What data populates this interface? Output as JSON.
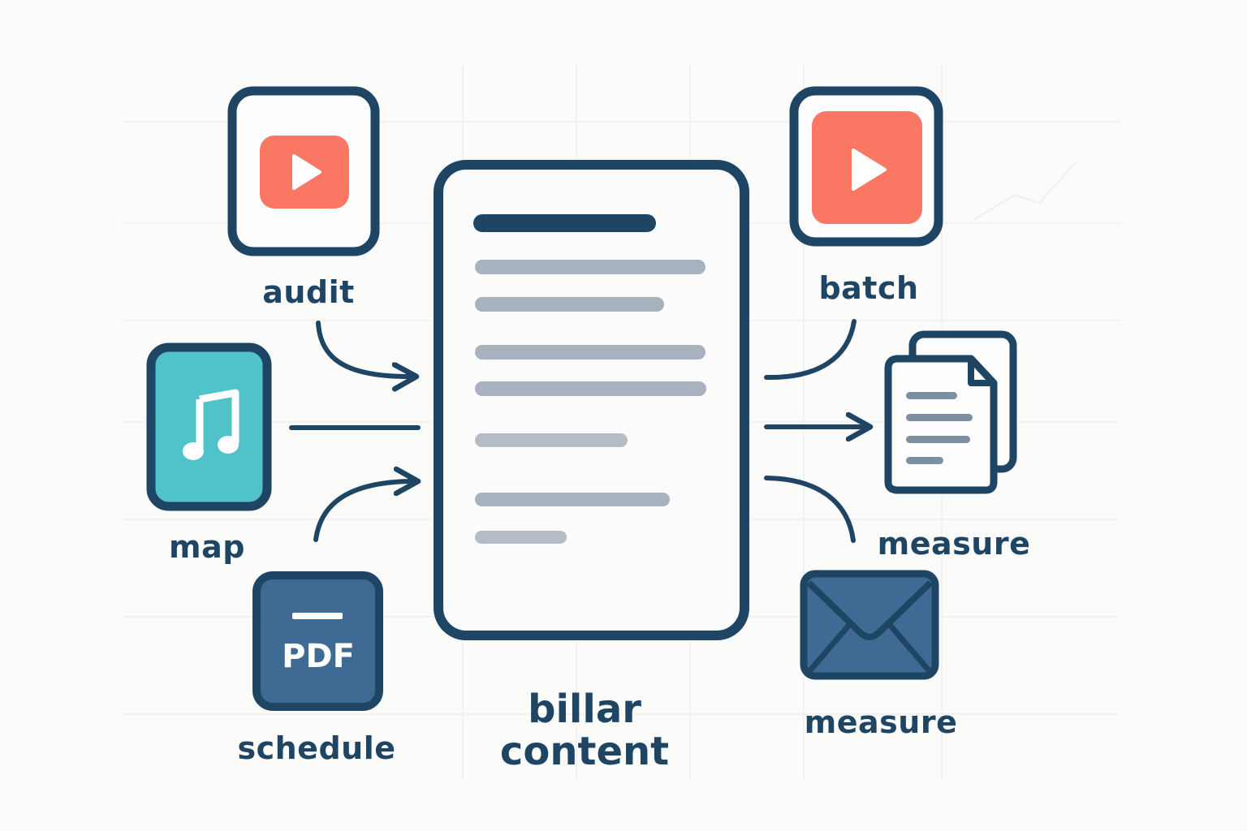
{
  "diagram": {
    "center": {
      "title_line1": "billar",
      "title_line2": "content"
    },
    "inputs": [
      {
        "label": "audit",
        "icon": "video-play-icon",
        "color": "#f97763"
      },
      {
        "label": "map",
        "icon": "music-note-icon",
        "color": "#4fc3c8"
      },
      {
        "label": "schedule",
        "icon": "pdf-file-icon",
        "text": "PDF",
        "color": "#3e6a94"
      }
    ],
    "outputs": [
      {
        "label": "batch",
        "icon": "video-play-icon",
        "color": "#f97763"
      },
      {
        "label": "measure",
        "icon": "documents-icon"
      },
      {
        "label": "measure",
        "icon": "envelope-icon",
        "color": "#3e6a94"
      }
    ]
  },
  "colors": {
    "outline": "#1f4564",
    "text_lines": "#a8b2be",
    "background": "#fbfbfa"
  }
}
